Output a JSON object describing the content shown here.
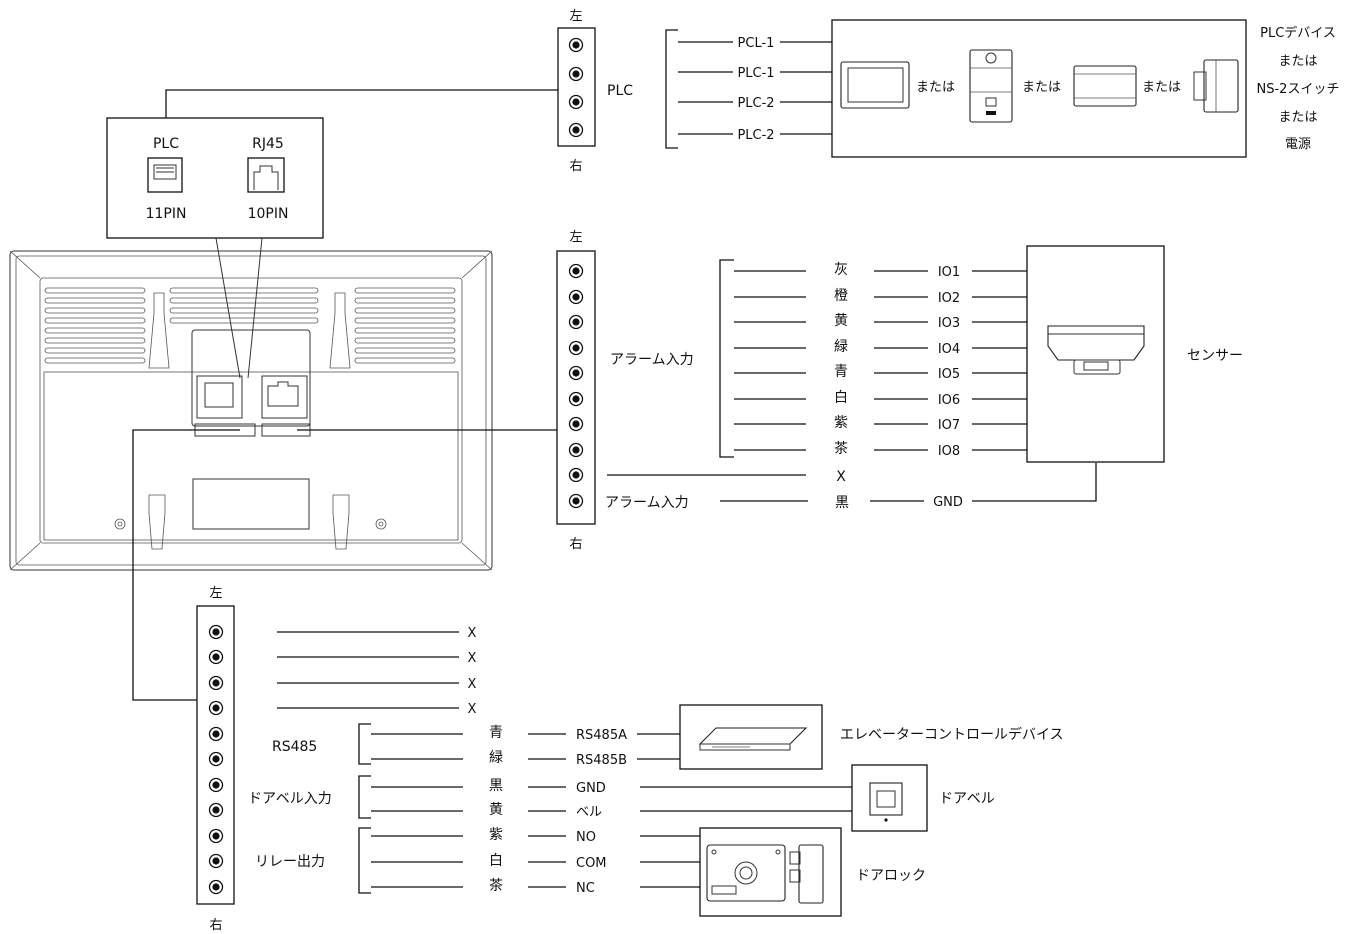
{
  "panel": {
    "plc_label": "PLC",
    "rj45_label": "RJ45",
    "plc_pins": "11PIN",
    "rj45_pins": "10PIN"
  },
  "terminal_blocks": {
    "left_label": "左",
    "right_label": "右"
  },
  "plc_section": {
    "terminal_label": "PLC",
    "lines": [
      "PCL-1",
      "PLC-1",
      "PLC-2",
      "PLC-2"
    ],
    "or_text": "または",
    "devices_caption": [
      "PLCデバイス",
      "または",
      "NS-2スイッチ",
      "または",
      "電源"
    ]
  },
  "alarm_section": {
    "group_label": "アラーム入力",
    "gnd_label": "アラーム入力",
    "colors": [
      "灰",
      "橙",
      "黄",
      "緑",
      "青",
      "白",
      "紫",
      "茶"
    ],
    "ios": [
      "IO1",
      "IO2",
      "IO3",
      "IO4",
      "IO5",
      "IO6",
      "IO7",
      "IO8"
    ],
    "x_label": "X",
    "black": "黒",
    "gnd": "GND",
    "sensor_label": "センサー"
  },
  "bottom_section": {
    "x_labels": [
      "X",
      "X",
      "X",
      "X"
    ],
    "rs485_label": "RS485",
    "rs485_colors": [
      "青",
      "緑"
    ],
    "rs485_signals": [
      "RS485A",
      "RS485B"
    ],
    "elevator_label": "エレベーターコントロールデバイス",
    "doorbell_group": "ドアベル入力",
    "doorbell_colors": [
      "黒",
      "黄"
    ],
    "doorbell_signals": [
      "GND",
      "ベル"
    ],
    "doorbell_label": "ドアベル",
    "relay_group": "リレー出力",
    "relay_colors": [
      "紫",
      "白",
      "茶"
    ],
    "relay_signals": [
      "NO",
      "COM",
      "NC"
    ],
    "doorlock_label": "ドアロック"
  },
  "icons": [
    "jack-11pin-icon",
    "jack-rj45-icon",
    "monitor-icon",
    "door-station-icon",
    "din-module-icon",
    "power-supply-icon",
    "smoke-sensor-icon",
    "elevator-controller-icon",
    "doorbell-button-icon",
    "door-lock-icon"
  ],
  "colors": {
    "ink": "#111111",
    "background": "#ffffff"
  }
}
